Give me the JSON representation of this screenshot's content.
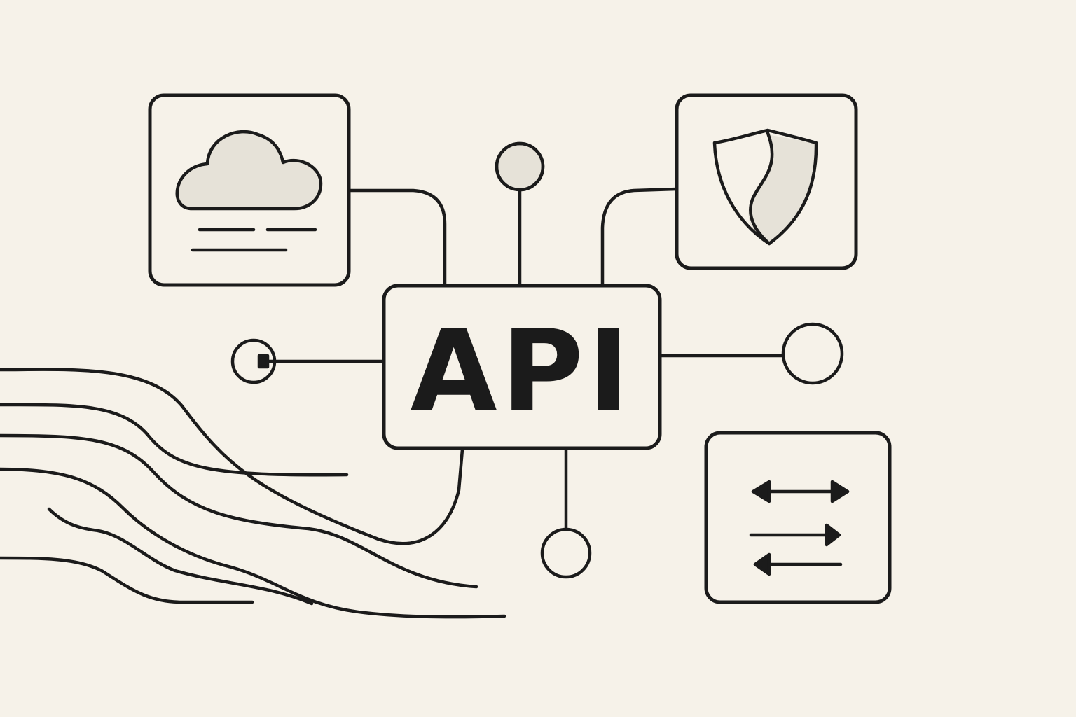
{
  "diagram": {
    "hub_label": "API",
    "colors": {
      "background": "#f6f2e9",
      "ink": "#1b1b1b",
      "tint": "#e6e2d8"
    },
    "nodes": [
      {
        "id": "cloud-service",
        "icon": "cloud-icon"
      },
      {
        "id": "security",
        "icon": "shield-icon"
      },
      {
        "id": "data-exchange",
        "icon": "bidirectional-arrows-icon"
      },
      {
        "id": "endpoint-top",
        "icon": "circle-endpoint"
      },
      {
        "id": "endpoint-left",
        "icon": "circle-endpoint"
      },
      {
        "id": "endpoint-right",
        "icon": "circle-endpoint"
      },
      {
        "id": "endpoint-bottom",
        "icon": "circle-endpoint"
      }
    ]
  }
}
